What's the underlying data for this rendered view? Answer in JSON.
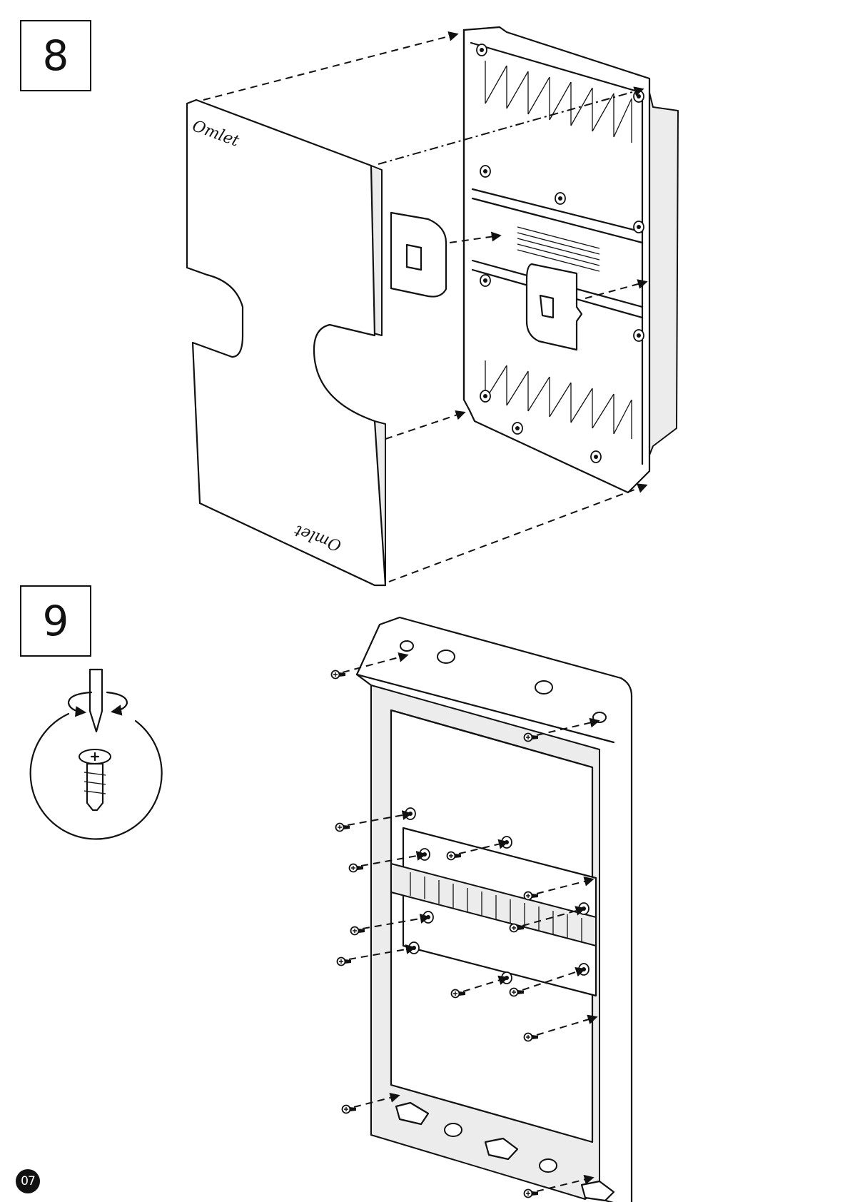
{
  "steps": [
    {
      "number": "8"
    },
    {
      "number": "9"
    }
  ],
  "brand_label": "Omlet",
  "page_number": "07"
}
